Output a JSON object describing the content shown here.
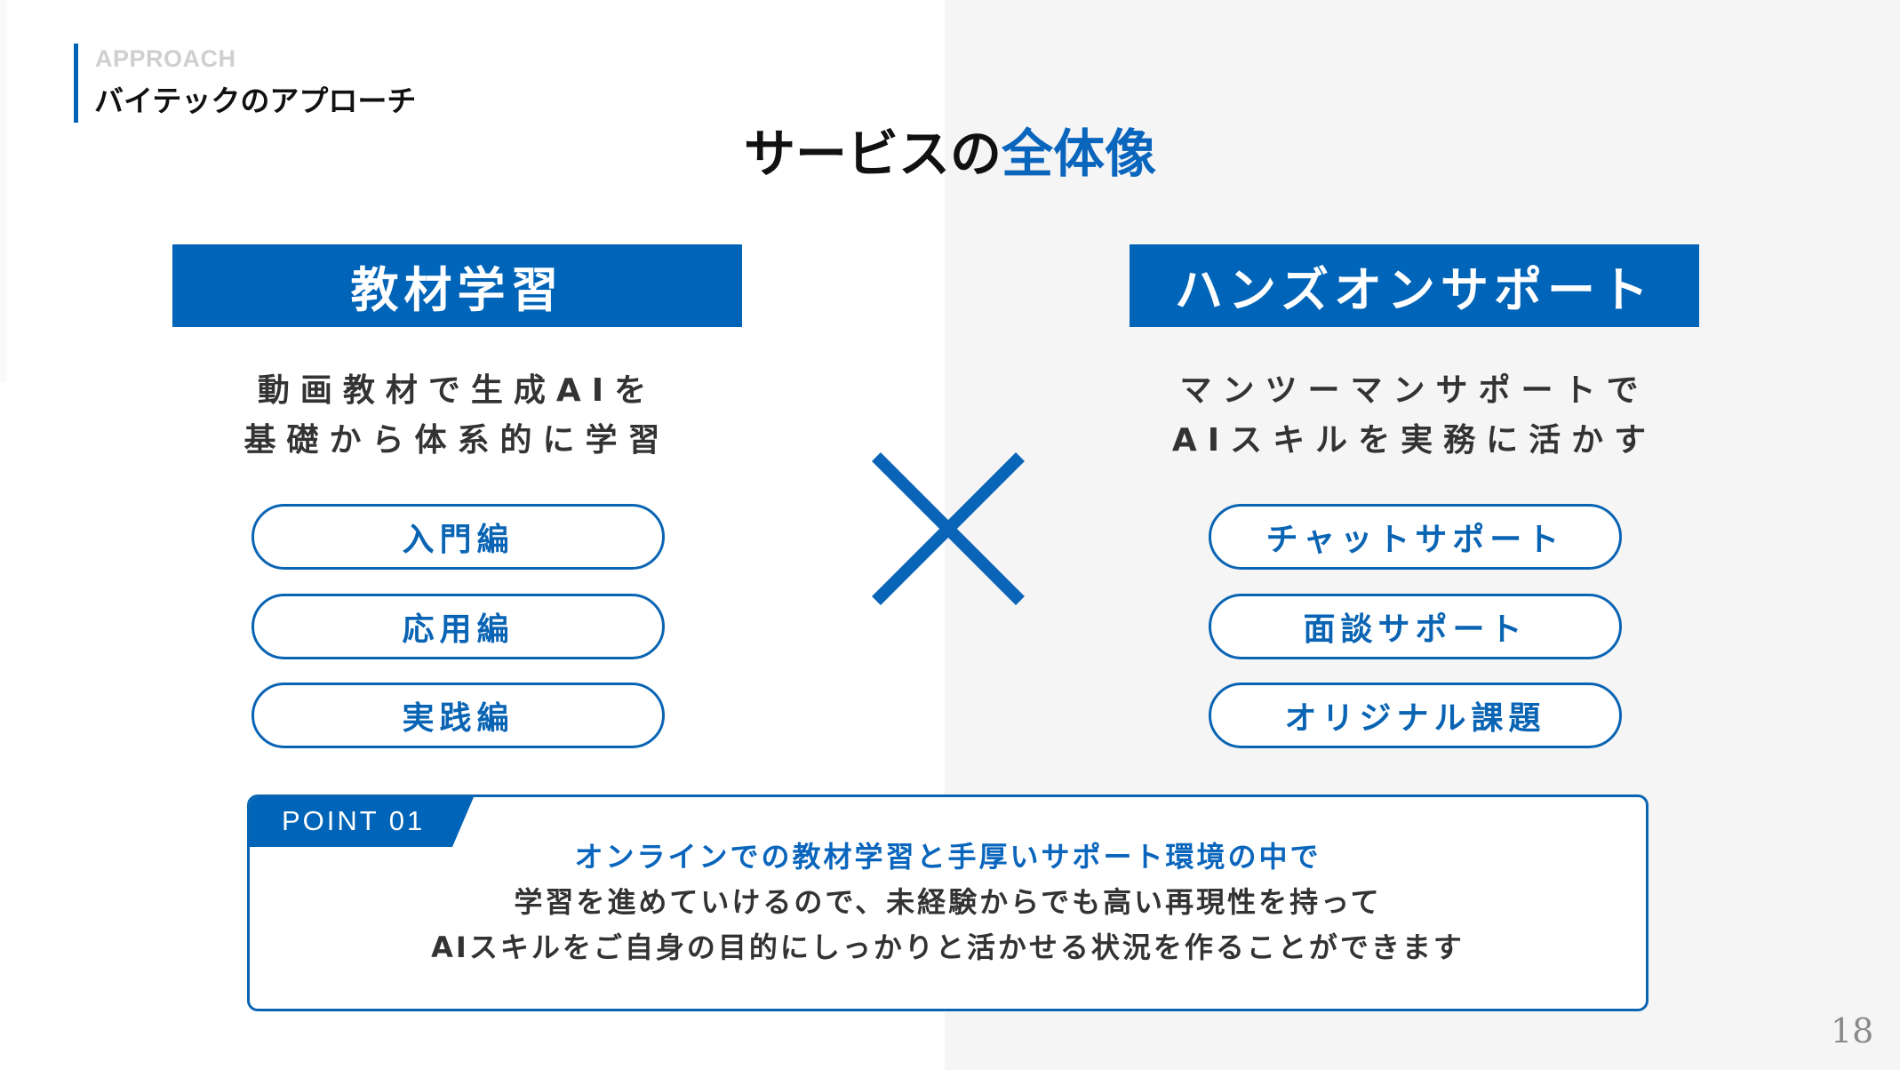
{
  "section": {
    "label_en": "APPROACH",
    "label_ja": "バイテックのアプローチ"
  },
  "title": {
    "prefix": "サービスの",
    "accent": "全体像"
  },
  "columns": [
    {
      "header": "教材学習",
      "description": [
        "動画教材で生成AIを",
        "基礎から体系的に学習"
      ],
      "items": [
        "入門編",
        "応用編",
        "実践編"
      ]
    },
    {
      "header": "ハンズオンサポート",
      "description": [
        "マンツーマンサポートで",
        "AIスキルを実務に活かす"
      ],
      "items": [
        "チャットサポート",
        "面談サポート",
        "オリジナル課題"
      ]
    }
  ],
  "connector_icon": "multiply-icon",
  "point": {
    "tag": "POINT 01",
    "highlight": "オンラインでの教材学習と手厚いサポート環境の中で",
    "lines": [
      "学習を進めていけるので、未経験からでも高い再現性を持って",
      "AIスキルをご自身の目的にしっかりと活かせる状況を作ることができます"
    ]
  },
  "page_number": "18",
  "colors": {
    "brand_blue": "#0064b8",
    "text_dark": "#333333",
    "muted_gray": "#cfcfcf",
    "right_bg": "#f5f5f5"
  }
}
